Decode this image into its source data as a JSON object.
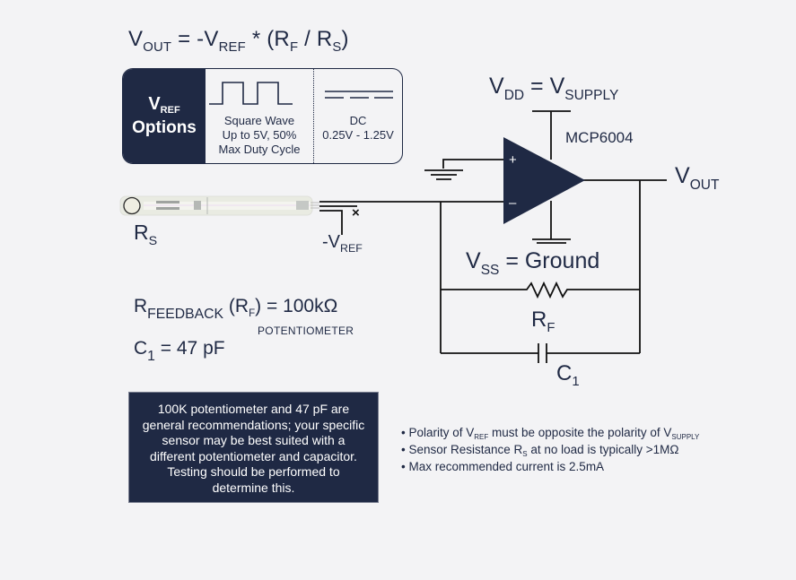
{
  "formula": {
    "vout_main": "V",
    "vout_sub": "OUT",
    "eq": " = -",
    "vref_main": "V",
    "vref_sub": "REF",
    "mult": " * (",
    "rf_main": "R",
    "rf_sub": "F",
    "div": " / ",
    "rs_main": "R",
    "rs_sub": "S",
    "close": ")"
  },
  "vref_options": {
    "label_main": "V",
    "label_sub": "REF",
    "label_word": "Options",
    "options": [
      {
        "name": "square-wave",
        "lines": [
          "Square Wave",
          "Up to 5V, 50%",
          "Max Duty Cycle"
        ]
      },
      {
        "name": "dc",
        "lines": [
          "DC",
          "0.25V - 1.25V"
        ]
      }
    ]
  },
  "circuit": {
    "vdd": {
      "main": "V",
      "sub": "DD",
      "eq": " = ",
      "main2": "V",
      "sub2": "SUPPLY"
    },
    "opamp_name": "MCP6004",
    "plus_sign": "+",
    "minus_sign": "–",
    "vout": {
      "main": "V",
      "sub": "OUT"
    },
    "vss": {
      "main": "V",
      "sub": "SS",
      "rest": " = Ground"
    },
    "rf": {
      "main": "R",
      "sub": "F"
    },
    "c1": {
      "main": "C",
      "sub": "1"
    },
    "rs": {
      "main": "R",
      "sub": "S"
    },
    "neg_vref": {
      "main": "-V",
      "sub": "REF"
    },
    "x_mark": "×"
  },
  "specs": {
    "rfeedback_main": "R",
    "rfeedback_sub": "FEEDBACK",
    "rf_paren_open": " (R",
    "rf_paren_sub": "F",
    "rf_value": ") = 100kΩ",
    "potentiometer": "POTENTIOMETER",
    "c1_main": "C",
    "c1_sub": "1",
    "c1_value": " = 47 pF"
  },
  "note": "100K potentiometer and 47 pF are general recommendations; your specific sensor may be best suited with a different potentiometer and capacitor. Testing should be performed to determine this.",
  "bullets": [
    {
      "pre": "Polarity of V",
      "sub": "REF",
      "mid": " must be opposite the polarity of V",
      "sub2": "SUPPLY",
      "post": ""
    },
    {
      "pre": "Sensor Resistance R",
      "sub": "S",
      "mid": " at no load is typically >1MΩ",
      "sub2": "",
      "post": ""
    },
    {
      "pre": "Max recommended current is 2.5mA",
      "sub": "",
      "mid": "",
      "sub2": "",
      "post": ""
    }
  ],
  "colors": {
    "navy": "#1f2944",
    "background": "#f3f3f5",
    "wire": "#111111"
  }
}
